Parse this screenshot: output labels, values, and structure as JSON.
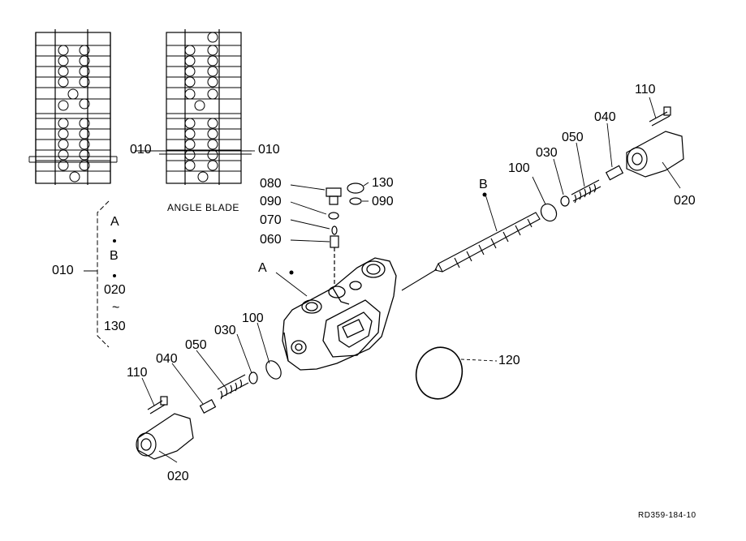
{
  "diagram": {
    "reference_code": "RD359-184-10",
    "inset_caption": "ANGLE BLADE",
    "bracket": {
      "label": "010",
      "items": [
        "A",
        "B",
        "020",
        "~",
        "130"
      ]
    },
    "inset_labels": {
      "left": "010",
      "right": "010"
    },
    "callouts": {
      "p080": "080",
      "p090_left": "090",
      "p070": "070",
      "p060": "060",
      "p130_top": "130",
      "p090_right": "090",
      "A": "A",
      "B": "B",
      "p110_top": "110",
      "p040_top": "040",
      "p050_top": "050",
      "p030_top": "030",
      "p100_top": "100",
      "p020_right": "020",
      "p120": "120",
      "p100_low": "100",
      "p030_low": "030",
      "p050_low": "050",
      "p040_low": "040",
      "p110_low": "110",
      "p020_low": "020"
    }
  }
}
